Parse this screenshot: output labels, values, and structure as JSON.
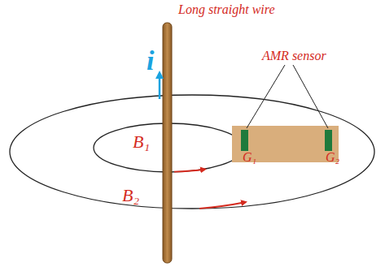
{
  "diagram": {
    "labels": [
      "Long straight wire",
      "AMR sensor",
      "i",
      "B₁",
      "B₂",
      "G₁",
      "G₂"
    ]
  }
}
